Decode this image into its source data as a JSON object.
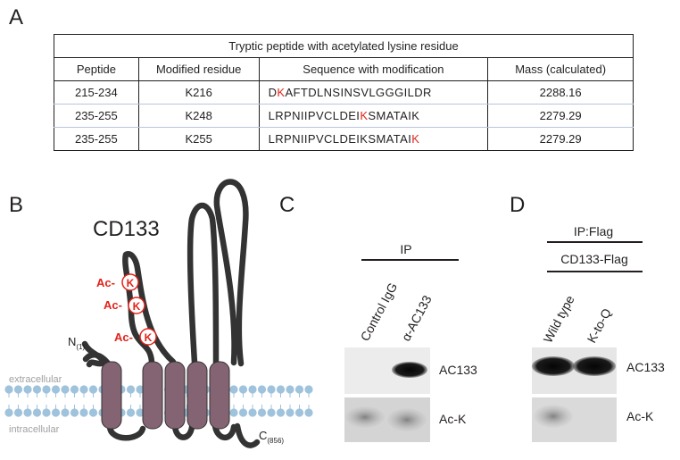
{
  "panels": {
    "a": "A",
    "b": "B",
    "c": "C",
    "d": "D"
  },
  "table": {
    "caption": "Tryptic peptide with acetylated lysine residue",
    "headers": [
      "Peptide",
      "Modified residue",
      "Sequence with modification",
      "Mass (calculated)"
    ],
    "rows": [
      {
        "peptide": "215-234",
        "residue": "K216",
        "seq_pre": "D",
        "seq_mod": "K",
        "seq_post": "AFTDLNSINSVLGGGILDR",
        "mass": "2288.16"
      },
      {
        "peptide": "235-255",
        "residue": "K248",
        "seq_pre": "LRPNIIPVCLDEI",
        "seq_mod": "K",
        "seq_post": "SMATAIK",
        "mass": "2279.29"
      },
      {
        "peptide": "235-255",
        "residue": "K255",
        "seq_pre": "LRPNIIPVCLDEIKSMATAI",
        "seq_mod": "K",
        "seq_post": "",
        "mass": "2279.29"
      }
    ]
  },
  "diagram": {
    "protein": "CD133",
    "acetyl_prefix": "Ac-",
    "acetyl_residue": "K",
    "n_term": "N",
    "n_term_sub": "(1)",
    "c_term": "C",
    "c_term_sub": "(856)",
    "extracellular": "extracellular",
    "intracellular": "intracellular",
    "colors": {
      "helix": "#846373",
      "chain": "#333333",
      "membrane": "#9fc3dc",
      "acetyl": "#e2231a"
    }
  },
  "blot_c": {
    "ip_label": "IP",
    "lanes": [
      "Control IgG",
      "α-AC133"
    ],
    "rows": [
      "AC133",
      "Ac-K"
    ]
  },
  "blot_d": {
    "ip_label": "IP:Flag",
    "sub_label": "CD133-Flag",
    "lanes": [
      "Wild type",
      "K-to-Q"
    ],
    "rows": [
      "AC133",
      "Ac-K"
    ]
  }
}
